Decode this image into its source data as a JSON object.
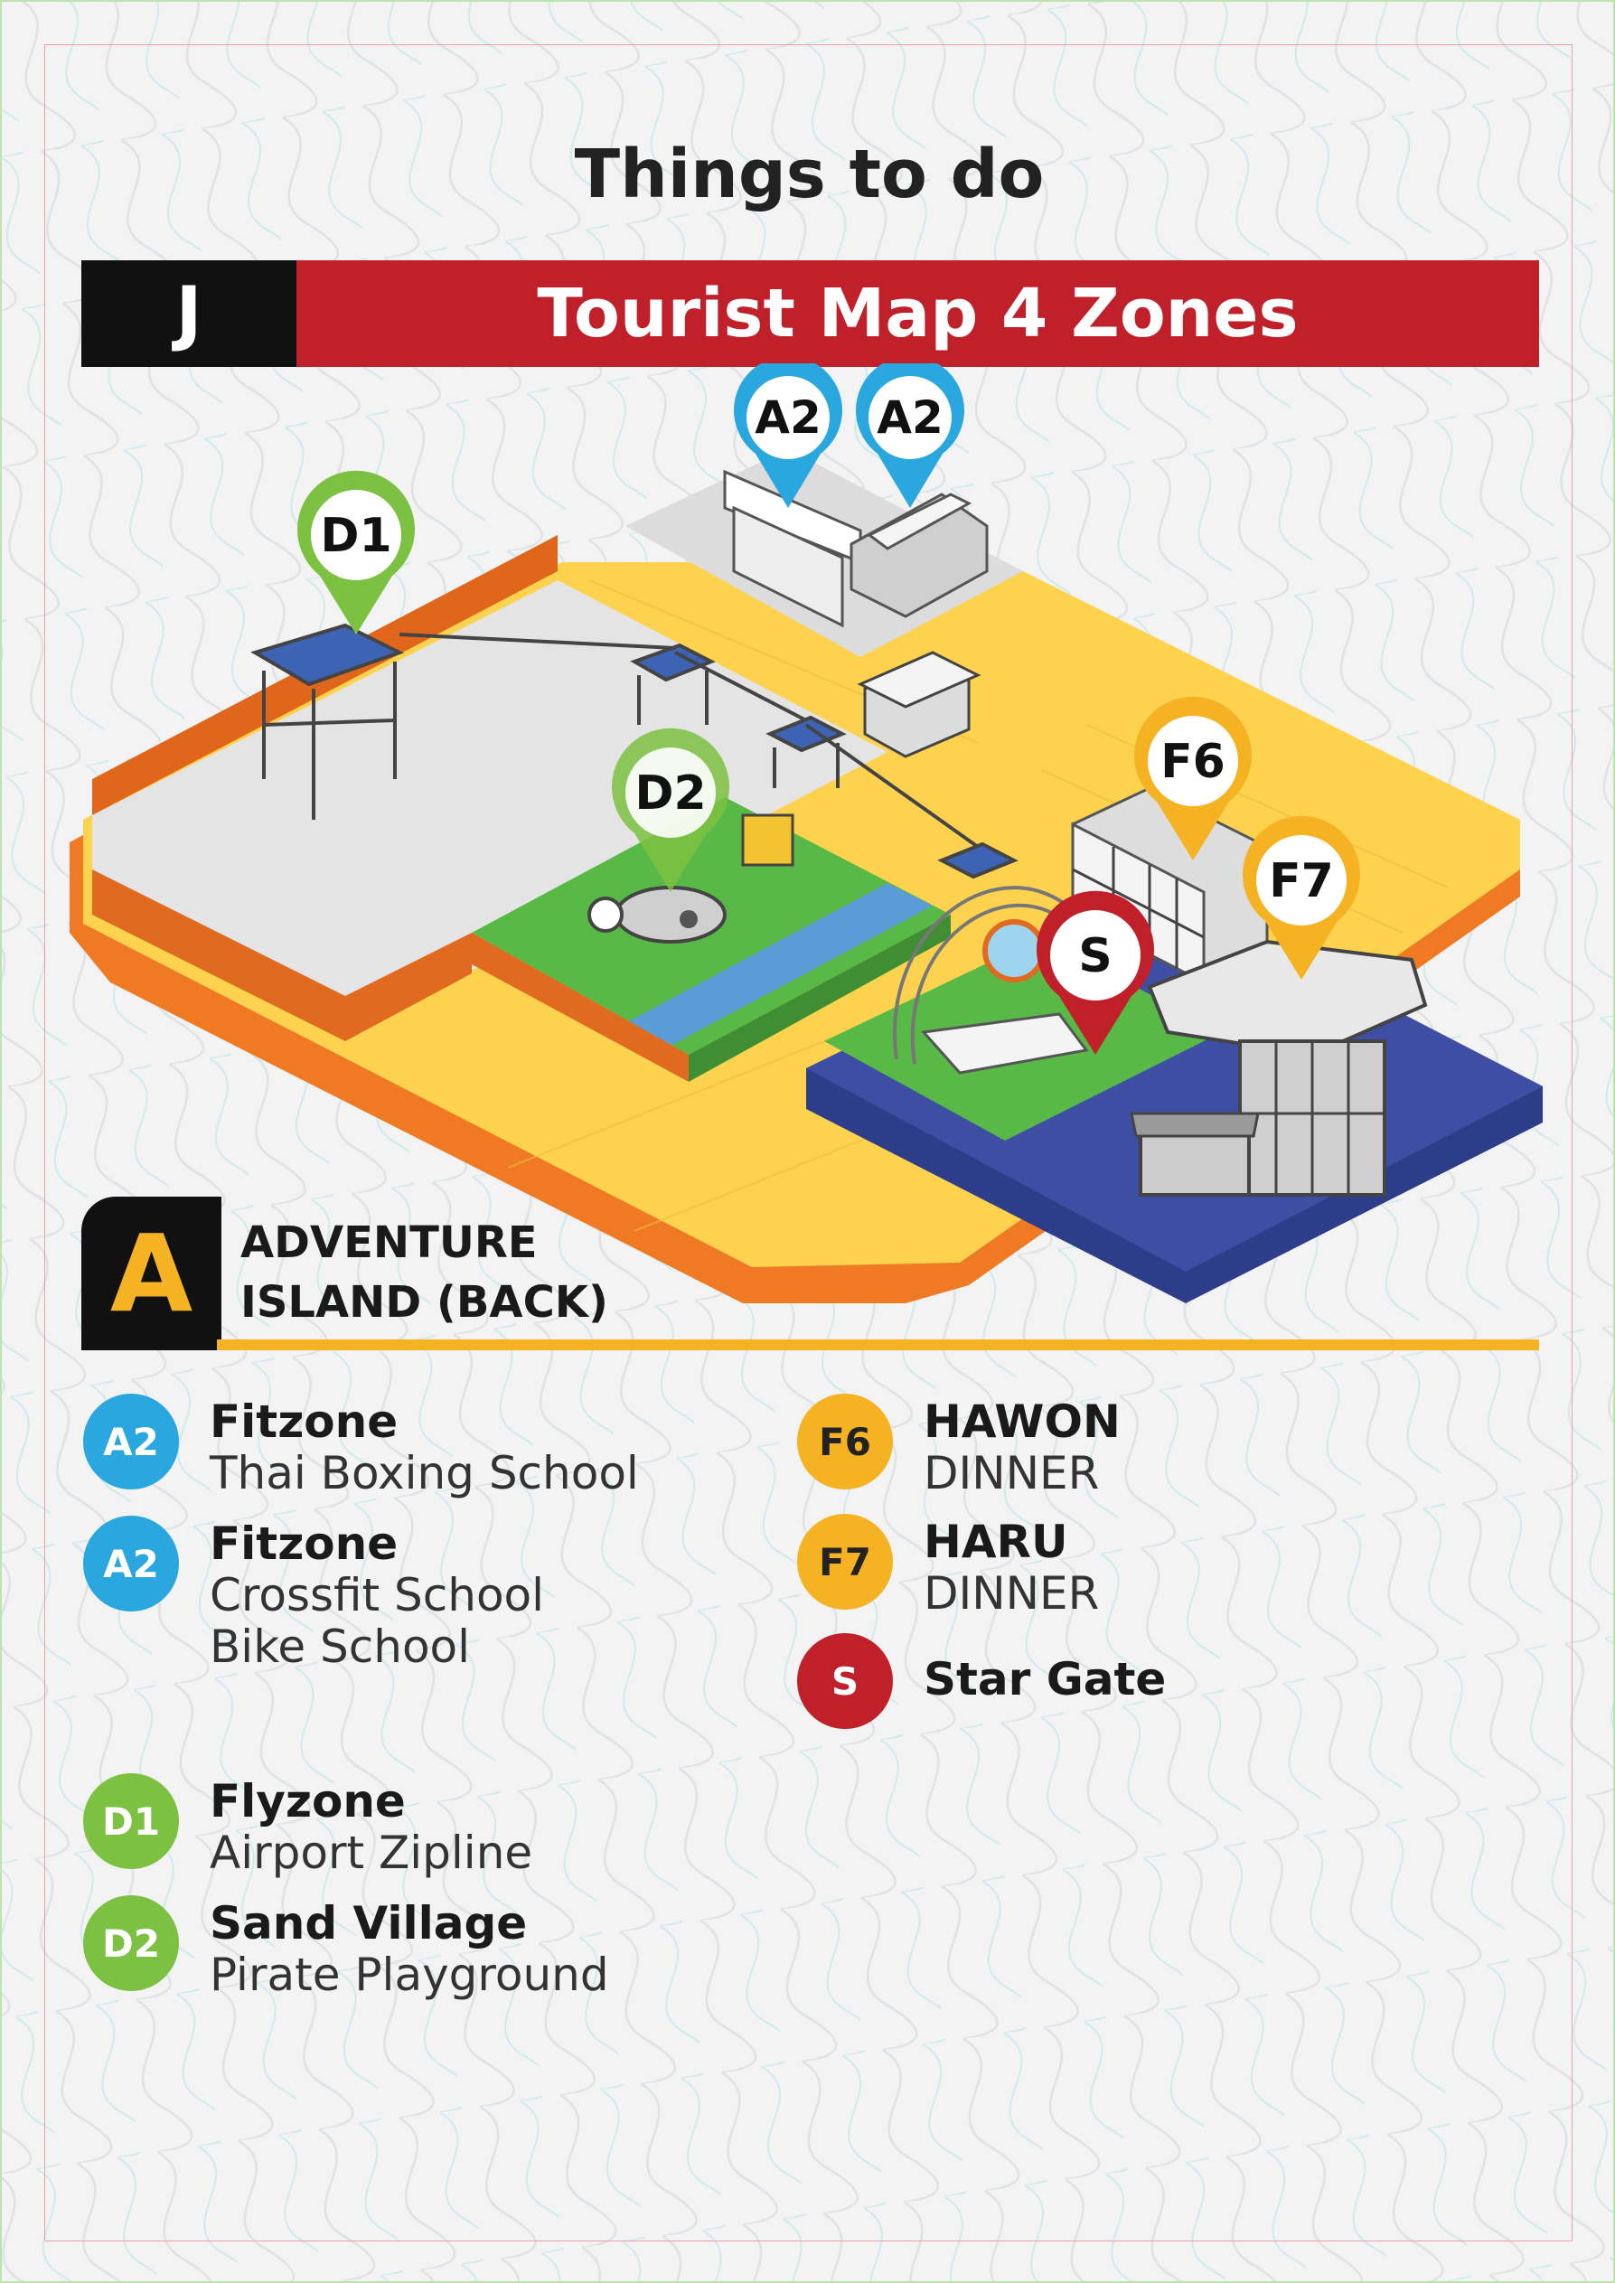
{
  "page": {
    "title": "Things to do"
  },
  "header": {
    "letter": "J",
    "title": "Tourist Map  4 Zones"
  },
  "map": {
    "pins": [
      {
        "id": "A2",
        "color": "#2aa7df"
      },
      {
        "id": "A2",
        "color": "#2aa7df"
      },
      {
        "id": "D1",
        "color": "#7cc142"
      },
      {
        "id": "D2",
        "color": "#7cc142"
      },
      {
        "id": "F6",
        "color": "#f5b323"
      },
      {
        "id": "F7",
        "color": "#f5b323"
      },
      {
        "id": "S",
        "color": "#c0202a"
      }
    ],
    "colors": {
      "orange_wall": "#f07a24",
      "yellow_ground": "#fcd24e",
      "grey_ground": "#e4e4e4",
      "green_ground": "#58b947",
      "blue_river": "#5b9bd6",
      "navy_base": "#3e4fa3"
    }
  },
  "zone": {
    "letter": "A",
    "name_line1": "ADVENTURE",
    "name_line2": "ISLAND (BACK)",
    "accent": "#f5b323"
  },
  "legend": {
    "left": [
      {
        "code": "A2",
        "color": "#2aa7df",
        "title": "Fitzone",
        "lines": [
          "Thai Boxing School"
        ]
      },
      {
        "code": "A2",
        "color": "#2aa7df",
        "title": "Fitzone",
        "lines": [
          "Crossfit School",
          "Bike School"
        ]
      },
      {
        "code": "D1",
        "color": "#7cc142",
        "title": "Flyzone",
        "lines": [
          "Airport Zipline"
        ]
      },
      {
        "code": "D2",
        "color": "#7cc142",
        "title": "Sand Village",
        "lines": [
          "Pirate Playground"
        ]
      }
    ],
    "right": [
      {
        "code": "F6",
        "color": "#f5b323",
        "title": "HAWON",
        "lines": [
          "DINNER"
        ]
      },
      {
        "code": "F7",
        "color": "#f5b323",
        "title": "HARU",
        "lines": [
          "DINNER"
        ]
      },
      {
        "code": "S",
        "color": "#c0202a",
        "title": "Star Gate",
        "lines": []
      }
    ]
  }
}
